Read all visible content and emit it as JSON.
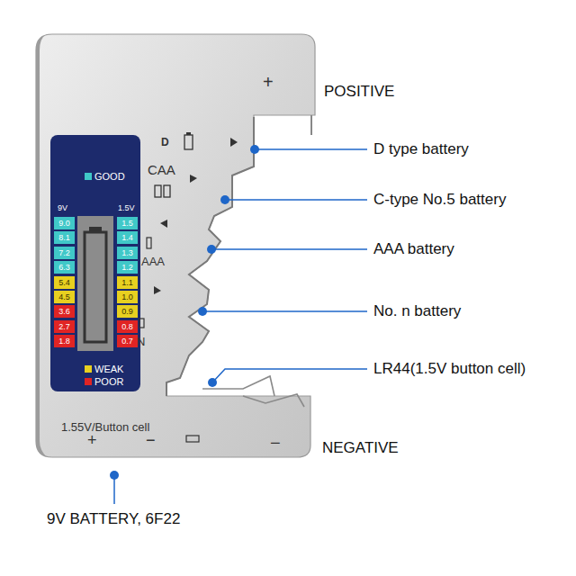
{
  "diagram": {
    "labels": [
      "+",
      "POSITIVE",
      "D",
      "D type battery",
      "CAA",
      "C-type No.5 battery",
      "AAA",
      "AAA battery",
      "N",
      "No. n battery",
      "LR44(1.5V button cell)",
      "9V",
      "1.5V",
      "9.0",
      "1.5",
      "8.1",
      "1.4",
      "7.2",
      "1.3",
      "6.3",
      "1.2",
      "5.4",
      "1.1",
      "4.5",
      "1.0",
      "3.6",
      "0.9",
      "2.7",
      "0.8",
      "1.8",
      "0.7",
      "1.55V/Button cell",
      "+",
      "−",
      "−",
      "NEGATIVE",
      "9V BATTERY, 6F22"
    ],
    "legend": [
      {
        "text": "GOOD",
        "color": "#40c8c8"
      },
      {
        "text": "WEAK",
        "color": "#e8d020"
      },
      {
        "text": "POOR",
        "color": "#e02424"
      }
    ]
  }
}
